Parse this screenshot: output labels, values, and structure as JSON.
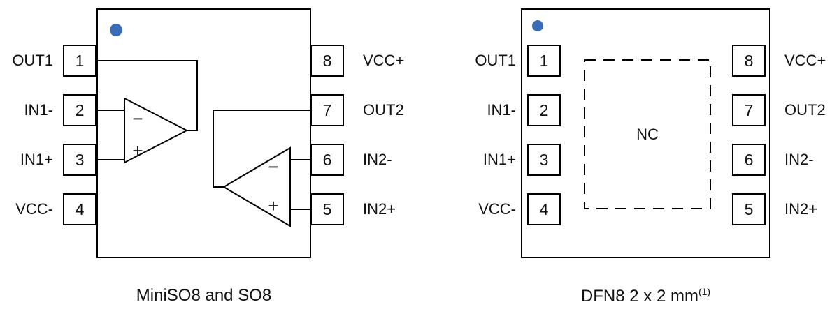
{
  "colors": {
    "pin1_marker": "#3a6db8",
    "line": "#000000"
  },
  "so8": {
    "caption": "MiniSO8 and SO8",
    "left_pins": [
      {
        "num": "1",
        "label": "OUT1"
      },
      {
        "num": "2",
        "label": "IN1-"
      },
      {
        "num": "3",
        "label": "IN1+"
      },
      {
        "num": "4",
        "label": "VCC-"
      }
    ],
    "right_pins": [
      {
        "num": "8",
        "label": "VCC+"
      },
      {
        "num": "7",
        "label": "OUT2"
      },
      {
        "num": "6",
        "label": "IN2-"
      },
      {
        "num": "5",
        "label": "IN2+"
      }
    ],
    "opamp1": {
      "minus": "−",
      "plus": "+"
    },
    "opamp2": {
      "minus": "−",
      "plus": "+"
    }
  },
  "dfn8": {
    "caption": "DFN8 2 x 2 mm",
    "caption_superscript": "(1)",
    "center_label": "NC",
    "left_pins": [
      {
        "num": "1",
        "label": "OUT1"
      },
      {
        "num": "2",
        "label": "IN1-"
      },
      {
        "num": "3",
        "label": "IN1+"
      },
      {
        "num": "4",
        "label": "VCC-"
      }
    ],
    "right_pins": [
      {
        "num": "8",
        "label": "VCC+"
      },
      {
        "num": "7",
        "label": "OUT2"
      },
      {
        "num": "6",
        "label": "IN2-"
      },
      {
        "num": "5",
        "label": "IN2+"
      }
    ]
  }
}
